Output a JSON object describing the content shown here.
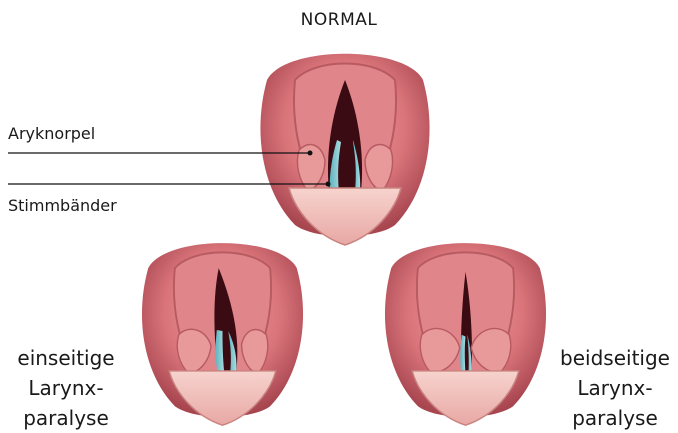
{
  "title": "NORMAL",
  "labels": {
    "arytenoid": "Aryknorpel",
    "vocal_folds": "Stimmbänder",
    "unilateral": [
      "einseitige",
      "Larynx-",
      "paralyse"
    ],
    "bilateral": [
      "beidseitige",
      "Larynx-",
      "paralyse"
    ]
  },
  "colors": {
    "tissue": "#d9747a",
    "tissue_dark": "#a84650",
    "tissue_light": "#f0a4a3",
    "epiglottis": "#f3c2bd",
    "glottis": "#3a0b12",
    "vocal_fold": "#7fc7cf"
  }
}
